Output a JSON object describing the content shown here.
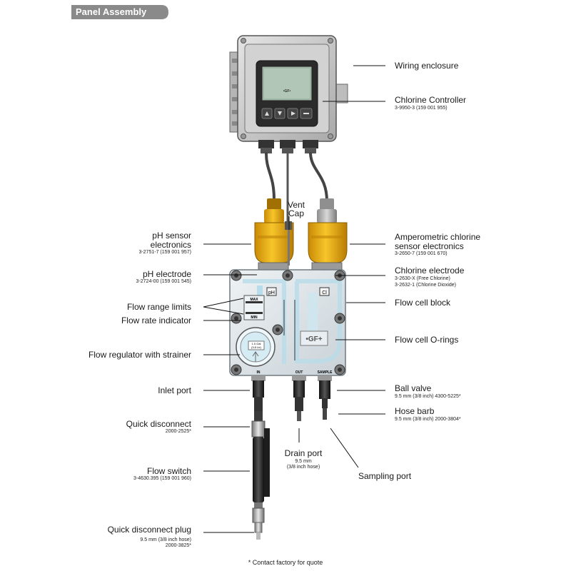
{
  "header": {
    "title": "Panel Assembly"
  },
  "controller": {
    "logo": "•GF•"
  },
  "flow_cell": {
    "ph_tag": "pH",
    "cl_tag": "Cl",
    "max": "MAX",
    "min": "MIN",
    "logo": "•GF+",
    "port_in": "IN",
    "port_out": "OUT",
    "port_sample": "SAMPLE",
    "gauge_text_1": "1.0 Gal",
    "gauge_text_2": "(3.8 Ltr)"
  },
  "labels": {
    "wiring_enclosure": "Wiring enclosure",
    "chlorine_controller": "Chlorine Controller",
    "chlorine_controller_pn": "3-9950-3 (159 001 955)",
    "vent_cap_1": "Vent",
    "vent_cap_2": "Cap",
    "ph_sensor_1": "pH sensor",
    "ph_sensor_2": "electronics",
    "ph_sensor_pn": "3-2751-7 (159 001 957)",
    "amp_sensor_1": "Amperometric chlorine",
    "amp_sensor_2": "sensor electronics",
    "amp_sensor_pn": "3-2650-7 (159 001 670)",
    "ph_electrode": "pH electrode",
    "ph_electrode_pn": "3-2724-00 (159 001 545)",
    "chlorine_electrode": "Chlorine electrode",
    "chlorine_electrode_pn1": "3-2630-X (Free Chlorine)",
    "chlorine_electrode_pn2": "3-2632-1 (Chlorine Dioxide)",
    "flow_range_limits": "Flow range limits",
    "flow_rate_indicator": "Flow rate indicator",
    "flow_cell_block": "Flow cell block",
    "flow_cell_orings": "Flow cell O-rings",
    "flow_regulator": "Flow regulator with strainer",
    "inlet_port": "Inlet port",
    "ball_valve": "Ball valve",
    "ball_valve_pn": "9.5 mm (3/8 inch) 4300-5225*",
    "hose_barb": "Hose barb",
    "hose_barb_pn": "9.5 mm (3/8 inch) 2000-3804*",
    "quick_disconnect": "Quick disconnect",
    "quick_disconnect_pn": "2000-2525*",
    "drain_port": "Drain port",
    "drain_port_pn1": "9.5 mm",
    "drain_port_pn2": "(3/8 inch hose)",
    "sampling_port": "Sampling port",
    "flow_switch": "Flow switch",
    "flow_switch_pn": "3-4630.395 (159 001 960)",
    "qd_plug": "Quick disconnect plug",
    "qd_plug_pn1": "9.5 mm (3/8 inch hose)",
    "qd_plug_pn2": "2000-3825*"
  },
  "footnote": "* Contact factory for quote",
  "colors": {
    "tab": "#8a8a8a",
    "yellow": "#f2b418",
    "enclosure": "#c9c9c9",
    "block": "#dfe6ea",
    "teal": "#bfe3ef"
  }
}
